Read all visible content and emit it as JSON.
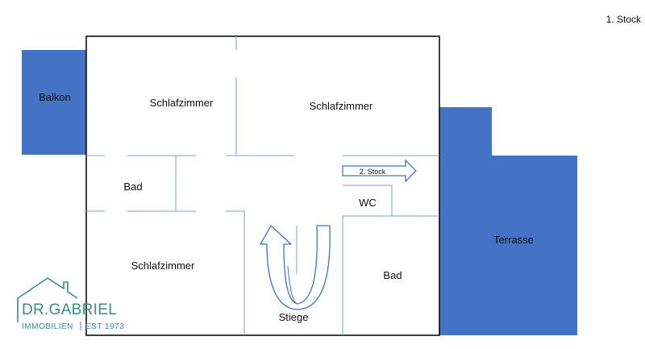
{
  "floor_label": "1. Stock",
  "colors": {
    "outdoor": "#4472c4",
    "wall": "#000000",
    "partition": "#7f9fc8",
    "logo": "#3c8c88"
  },
  "outdoor": {
    "balcony": "Balkon",
    "terrace": "Terrasse"
  },
  "rooms": {
    "bedroom_top_left": "Schlafzimmer",
    "bedroom_top_right": "Schlafzimmer",
    "bath_left": "Bad",
    "bedroom_bottom_left": "Schlafzimmer",
    "wc": "WC",
    "bath_right": "Bad",
    "stairs": "Stiege"
  },
  "stairs_arrow_label": "2. Stock",
  "logo": {
    "name": "DR.GABRIEL",
    "sub_left": "IMMOBILIEN",
    "sub_right": "EST 1973",
    "icon": "house-outline-icon"
  }
}
